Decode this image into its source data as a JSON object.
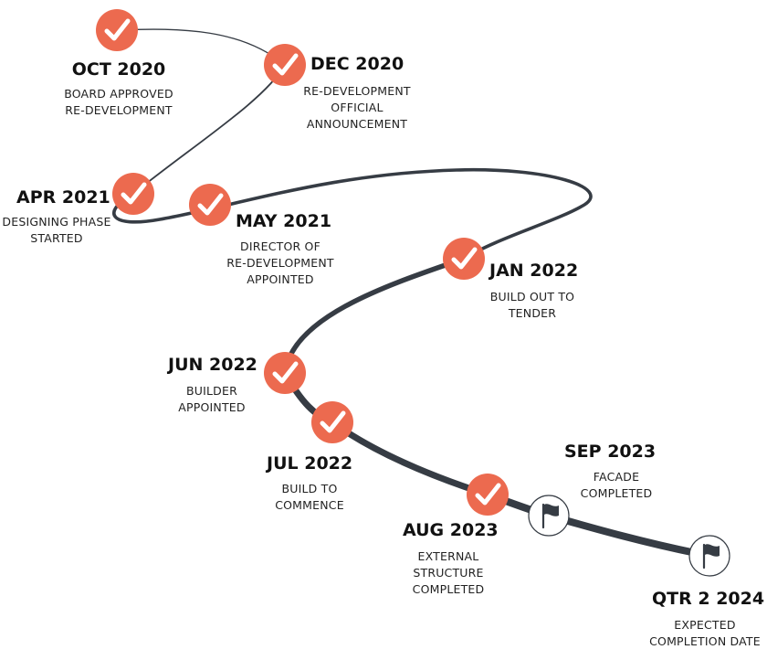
{
  "colors": {
    "path": "#363c44",
    "done_marker": "#ec6a4f",
    "pending_marker_fill": "#ffffff",
    "pending_marker_stroke": "#363c44",
    "text": "#111111"
  },
  "milestones": [
    {
      "date": "OCT 2020",
      "lines": [
        "BOARD APPROVED",
        "RE-DEVELOPMENT"
      ],
      "status": "completed",
      "icon": "check-icon"
    },
    {
      "date": "DEC 2020",
      "lines": [
        "RE-DEVELOPMENT",
        "OFFICIAL",
        "ANNOUNCEMENT"
      ],
      "status": "completed",
      "icon": "check-icon"
    },
    {
      "date": "APR 2021",
      "lines": [
        "DESIGNING PHASE",
        "STARTED"
      ],
      "status": "completed",
      "icon": "check-icon"
    },
    {
      "date": "MAY 2021",
      "lines": [
        "DIRECTOR OF",
        "RE-DEVELOPMENT",
        "APPOINTED"
      ],
      "status": "completed",
      "icon": "check-icon"
    },
    {
      "date": "JAN 2022",
      "lines": [
        "BUILD OUT TO",
        "TENDER"
      ],
      "status": "completed",
      "icon": "check-icon"
    },
    {
      "date": "JUN 2022",
      "lines": [
        "BUILDER",
        "APPOINTED"
      ],
      "status": "completed",
      "icon": "check-icon"
    },
    {
      "date": "JUL 2022",
      "lines": [
        "BUILD TO",
        "COMMENCE"
      ],
      "status": "completed",
      "icon": "check-icon"
    },
    {
      "date": "AUG 2023",
      "lines": [
        "EXTERNAL",
        "STRUCTURE",
        "COMPLETED"
      ],
      "status": "completed",
      "icon": "check-icon"
    },
    {
      "date": "SEP 2023",
      "lines": [
        "FACADE",
        "COMPLETED"
      ],
      "status": "upcoming",
      "icon": "flag-icon"
    },
    {
      "date": "QTR 2 2024",
      "lines": [
        "EXPECTED",
        "COMPLETION DATE"
      ],
      "status": "upcoming",
      "icon": "flag-icon"
    }
  ]
}
